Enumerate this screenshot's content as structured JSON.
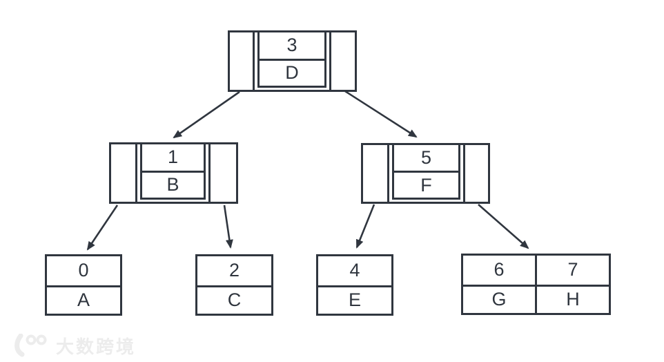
{
  "colors": {
    "stroke": "#30363f",
    "text": "#2f353e",
    "watermark": "#ececec",
    "background": "#ffffff"
  },
  "diagram": {
    "nodes": {
      "root": {
        "key": "3",
        "value": "D"
      },
      "internal_left": {
        "key": "1",
        "value": "B"
      },
      "internal_right": {
        "key": "5",
        "value": "F"
      },
      "leaf_a": {
        "key": "0",
        "value": "A"
      },
      "leaf_c": {
        "key": "2",
        "value": "C"
      },
      "leaf_e": {
        "key": "4",
        "value": "E"
      },
      "leaf_gh": {
        "cells": [
          {
            "key": "6",
            "value": "G"
          },
          {
            "key": "7",
            "value": "H"
          }
        ]
      }
    }
  },
  "watermark": {
    "text": "大数跨境"
  }
}
